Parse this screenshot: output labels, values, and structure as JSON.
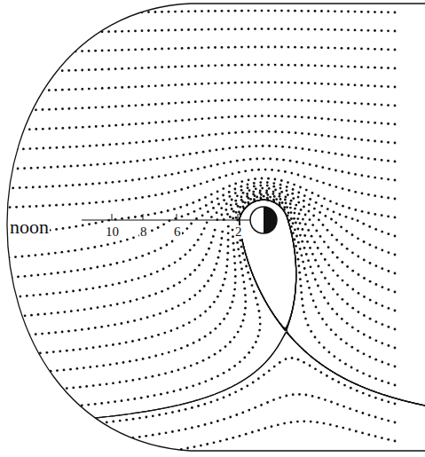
{
  "diagram": {
    "labels": [
      "noon",
      "10",
      "8",
      "6",
      "2"
    ]
  }
}
